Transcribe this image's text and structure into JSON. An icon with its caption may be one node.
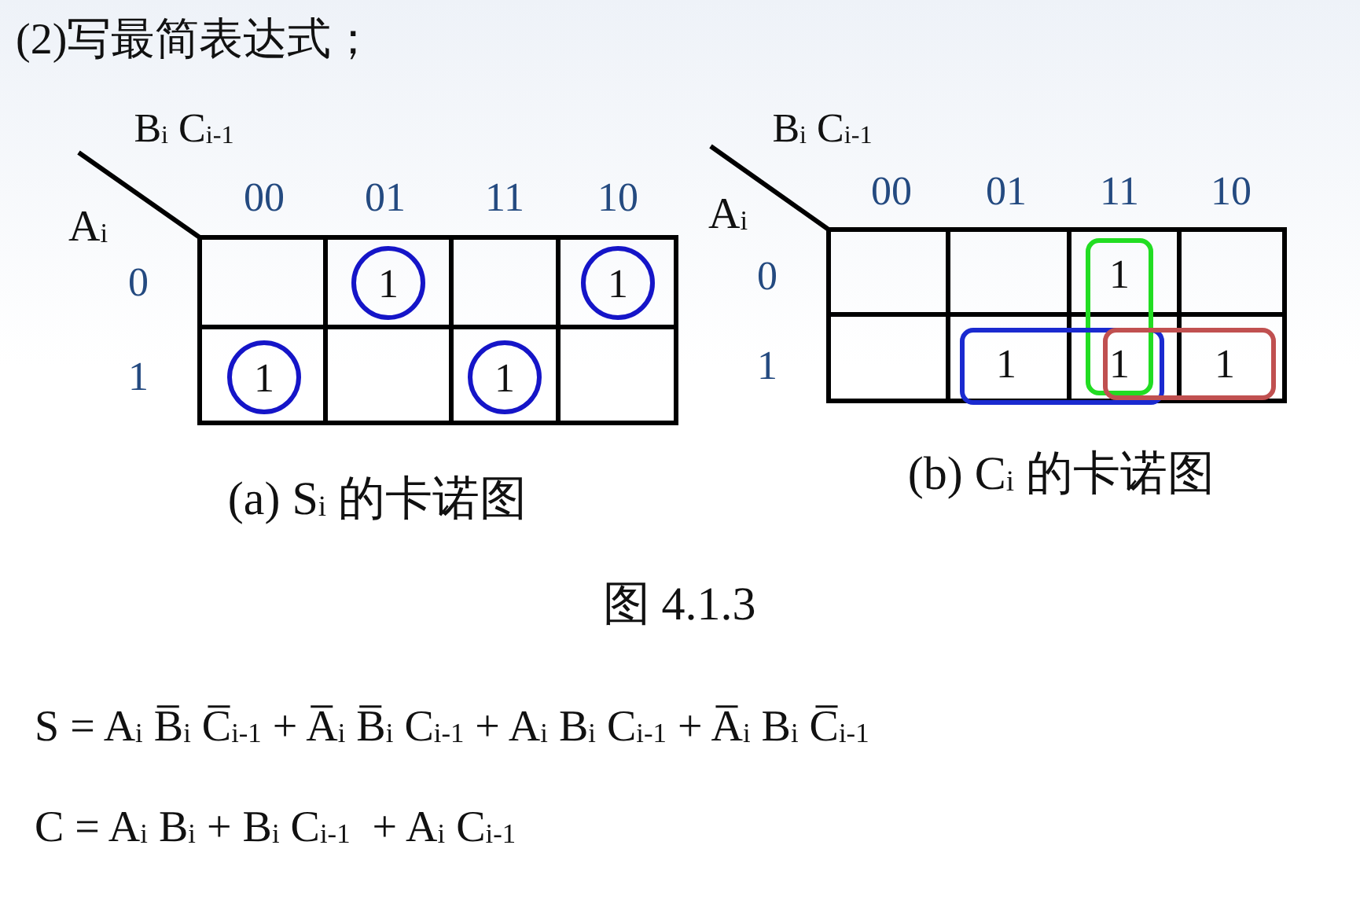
{
  "diagram": {
    "title": "(2)写最简表达式；",
    "caption": "图 4.1.3",
    "labels": [
      "B$_{i}$ C$_{i-1}$",
      "A$_{i}$",
      "00",
      "01",
      "11",
      "10",
      "0",
      "1",
      "1",
      "1",
      "1",
      "1",
      "(a) S$_{i}$ 的卡诺图",
      "B$_{i}$ C$_{i-1}$",
      "A$_{i}$",
      "00",
      "01",
      "11",
      "10",
      "0",
      "1",
      "1",
      "1",
      "1",
      "1",
      "(b) C$_{i}$ 的卡诺图",
      "S = A$_{i}$ B̅$_{i}$ C̅$_{i-1}$ + A̅$_{i}$ B̅$_{i}$ C$_{i-1}$ + A$_{i}$ B$_{i}$ C$_{i-1}$ + A̅$_{i}$ B$_{i}$ C̅$_{i-1}$",
      "C = A$_{i}$ B$_{i}$ + B$_{i}$ C$_{i-1}$  + A$_{i}$ C$_{i-1}$"
    ]
  }
}
